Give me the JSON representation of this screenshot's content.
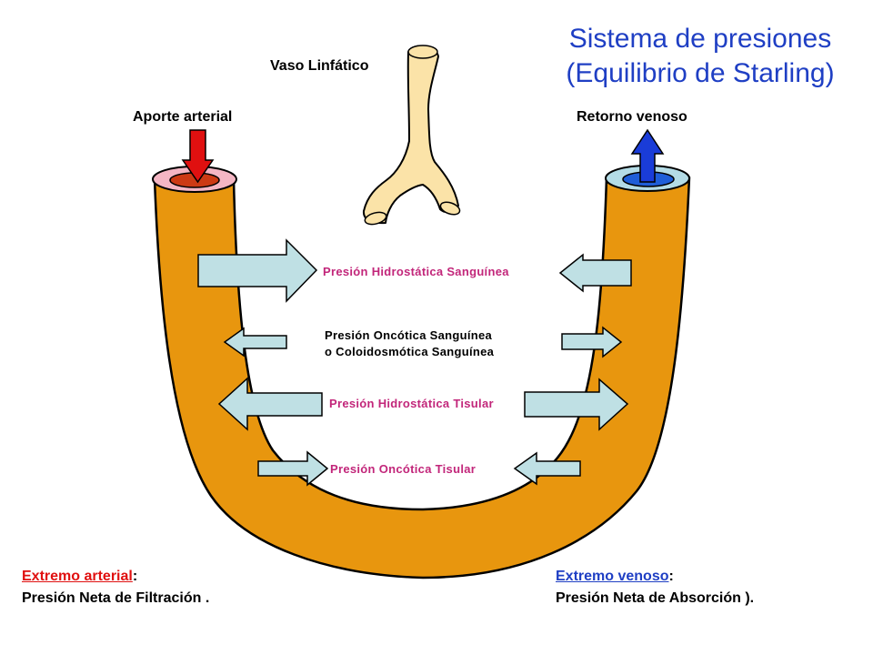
{
  "title": {
    "line1": "Sistema de presiones",
    "line2": "(Equilibrio de Starling)"
  },
  "labels": {
    "lymphatic": "Vaso Linfático",
    "arterial_supply": "Aporte arterial",
    "venous_return": "Retorno venoso"
  },
  "forces": {
    "hydrostatic_blood": "Presión Hidrostática Sanguínea",
    "oncotic_blood_line1": "Presión Oncótica Sanguínea",
    "oncotic_blood_line2": "o Coloidosmótica Sanguínea",
    "hydrostatic_tissue": "Presión Hidrostática Tisular",
    "oncotic_tissue": "Presión Oncótica Tisular"
  },
  "arterial_end": {
    "heading": "Extremo arterial",
    "colon": ":",
    "result": "Presión Neta de Filtración ."
  },
  "venous_end": {
    "heading": "Extremo venoso",
    "colon": ":",
    "result": "Presión Neta de Absorción )."
  },
  "colors": {
    "vessel": "#e8960e",
    "arrow_fill": "#bfe0e4",
    "arterial_arrow": "#e01010",
    "venous_arrow": "#1a3cd8",
    "lymph": "#fbe3a8",
    "title": "#1f3fc4",
    "force_label": "#c2267a"
  }
}
